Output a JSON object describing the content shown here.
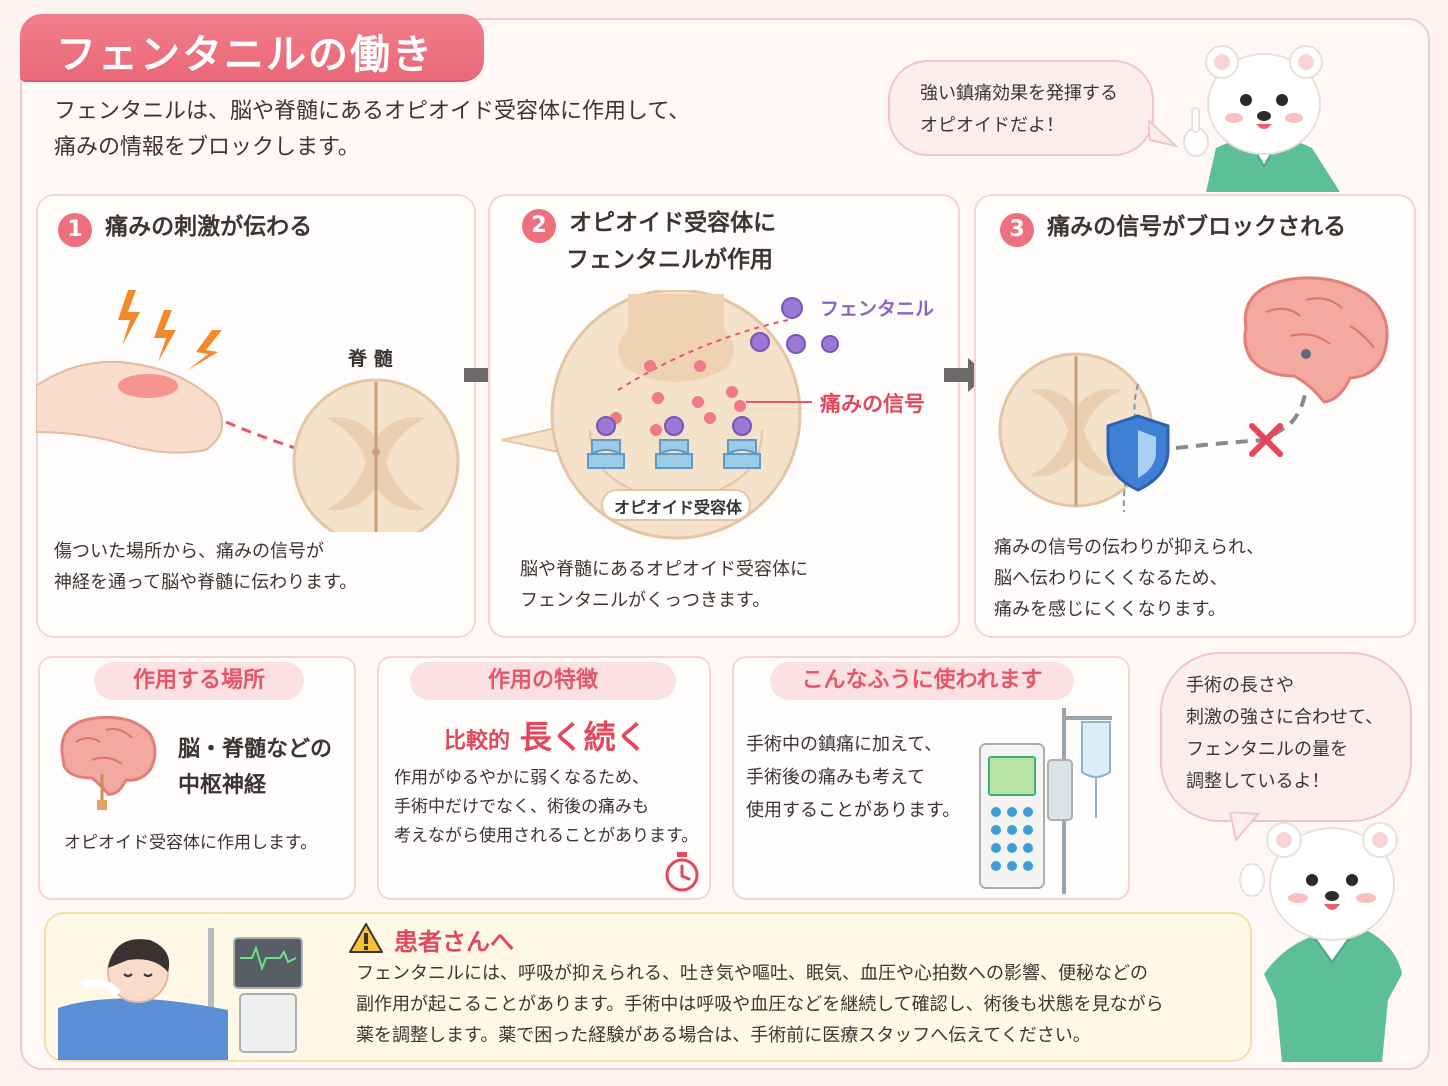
{
  "title": "フェンタニルの働き",
  "intro": {
    "line1": "フェンタニルは、脳や脊髄にあるオピオイド受容体に作用して、",
    "line2": "痛みの情報をブロックします。"
  },
  "bubble_top": {
    "line1": "強い鎮痛効果を発揮する",
    "line2": "オピオイドだよ！"
  },
  "steps": [
    {
      "number": "1",
      "title": "痛みの刺激が伝わる",
      "label": "脊 髄",
      "text1": "傷ついた場所から、痛みの信号が",
      "text2": "神経を通って脳や脊髄に伝わります。"
    },
    {
      "number": "2",
      "title1": "オピオイド受容体に",
      "title2": "フェンタニルが作用",
      "label_fentanyl": "フェンタニル",
      "label_signal": "痛みの信号",
      "label_receptor": "オピオイド受容体",
      "text1": "脳や脊髄にあるオピオイド受容体に",
      "text2": "フェンタニルがくっつきます。"
    },
    {
      "number": "3",
      "title": "痛みの信号がブロックされる",
      "text1": "痛みの信号の伝わりが抑えられ、",
      "text2": "脳へ伝わりにくくなるため、",
      "text3": "痛みを感じにくくなります。"
    }
  ],
  "box_site": {
    "heading": "作用する場所",
    "line1": "脳・脊髄などの",
    "line2": "中枢神経",
    "note": "オピオイド受容体に作用します。"
  },
  "box_feature": {
    "heading": "作用の特徴",
    "lead_small": "比較的",
    "lead_big": "長く続く",
    "line1": "作用がゆるやかに弱くなるため、",
    "line2": "手術中だけでなく、術後の痛みも",
    "line3": "考えながら使用されることがあります。"
  },
  "box_usage": {
    "heading": "こんなふうに使われます",
    "line1": "手術中の鎮痛に加えて、",
    "line2": "手術後の痛みも考えて",
    "line3": "使用することがあります。"
  },
  "bubble_mid": {
    "line1": "手術の長さや",
    "line2": "刺激の強さに合わせて、",
    "line3": "フェンタニルの量を",
    "line4": "調整しているよ！"
  },
  "warning": {
    "title": "患者さんへ",
    "line1": "フェンタニルには、呼吸が抑えられる、吐き気や嘔吐、眠気、血圧や心拍数への影響、便秘などの",
    "line2": "副作用が起こることがあります。手術中は呼吸や血圧などを継続して確認し、術後も状態を見ながら",
    "line3": "薬を調整します。薬で困った経験がある場合は、手術前に医療スタッフへ伝えてください。"
  },
  "colors": {
    "accent": "#ee6f7e",
    "fentanyl": "#8a63c9",
    "signal": "#e0485c",
    "scrubs": "#5cbf98"
  },
  "icons": [
    "lightning-icon",
    "arrow-right-icon",
    "shield-icon",
    "cross-icon",
    "timer-icon",
    "warning-icon"
  ]
}
